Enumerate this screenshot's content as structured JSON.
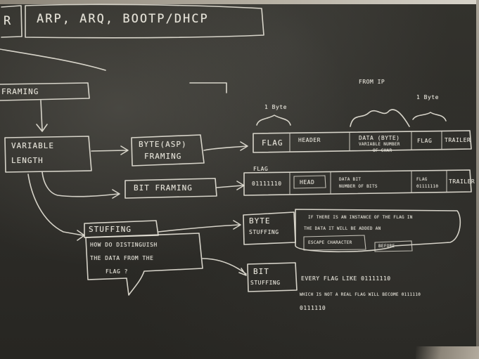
{
  "title_box": {
    "left_letter": "R",
    "text": "ARP, ARQ, BOOTP/DHCP"
  },
  "framing": "FRAMING",
  "variable_length": {
    "line1": "VARIABLE",
    "line2": "LENGTH"
  },
  "byte_framing": {
    "line1": "BYTE(ASP)",
    "line2": "FRAMING"
  },
  "bit_framing": "BIT FRAMING",
  "stuffing": "STUFFING",
  "question": {
    "line1": "HOW DO DISTINGUISH",
    "line2": "THE DATA FROM THE",
    "line3": "FLAG ?"
  },
  "annotations": {
    "from_ip": "FROM IP",
    "one_byte_left": "1 Byte",
    "one_byte_right": "1 Byte",
    "flag_label": "FLAG"
  },
  "byte_frame_fields": {
    "flag": "FLAG",
    "header": "HEADER",
    "data_line1": "DATA (BYTE)",
    "data_line2": "VARIABLE NUMBER",
    "data_line3": "OF CHAR",
    "flag2": "FLAG",
    "trailer": "TRAILER"
  },
  "bit_frame_fields": {
    "flag_bits": "01111110",
    "head": "HEAD",
    "data_line1": "DATA BIT",
    "data_line2": "NUMBER OF BITS",
    "flag_line1": "FLAG",
    "flag_line2": "01111110",
    "trailer": "TRAILER"
  },
  "byte_stuffing": {
    "line1": "BYTE",
    "line2": "STUFFING"
  },
  "bit_stuffing": {
    "line1": "BIT",
    "line2": "STUFFING"
  },
  "byte_stuffing_note": {
    "line1": "IF THERE IS AN INSTANCE OF THE FLAG IN",
    "line2": "THE DATA IT WILL BE ADDED AN",
    "line3": "ESCAPE CHARACTER",
    "line4": "BEFORE"
  },
  "bit_stuffing_note": {
    "line1": "EVERY FLAG LIKE 01111110",
    "line2": "WHICH IS NOT A REAL FLAG WILL BECOME 0111110",
    "line3": "0111110"
  }
}
